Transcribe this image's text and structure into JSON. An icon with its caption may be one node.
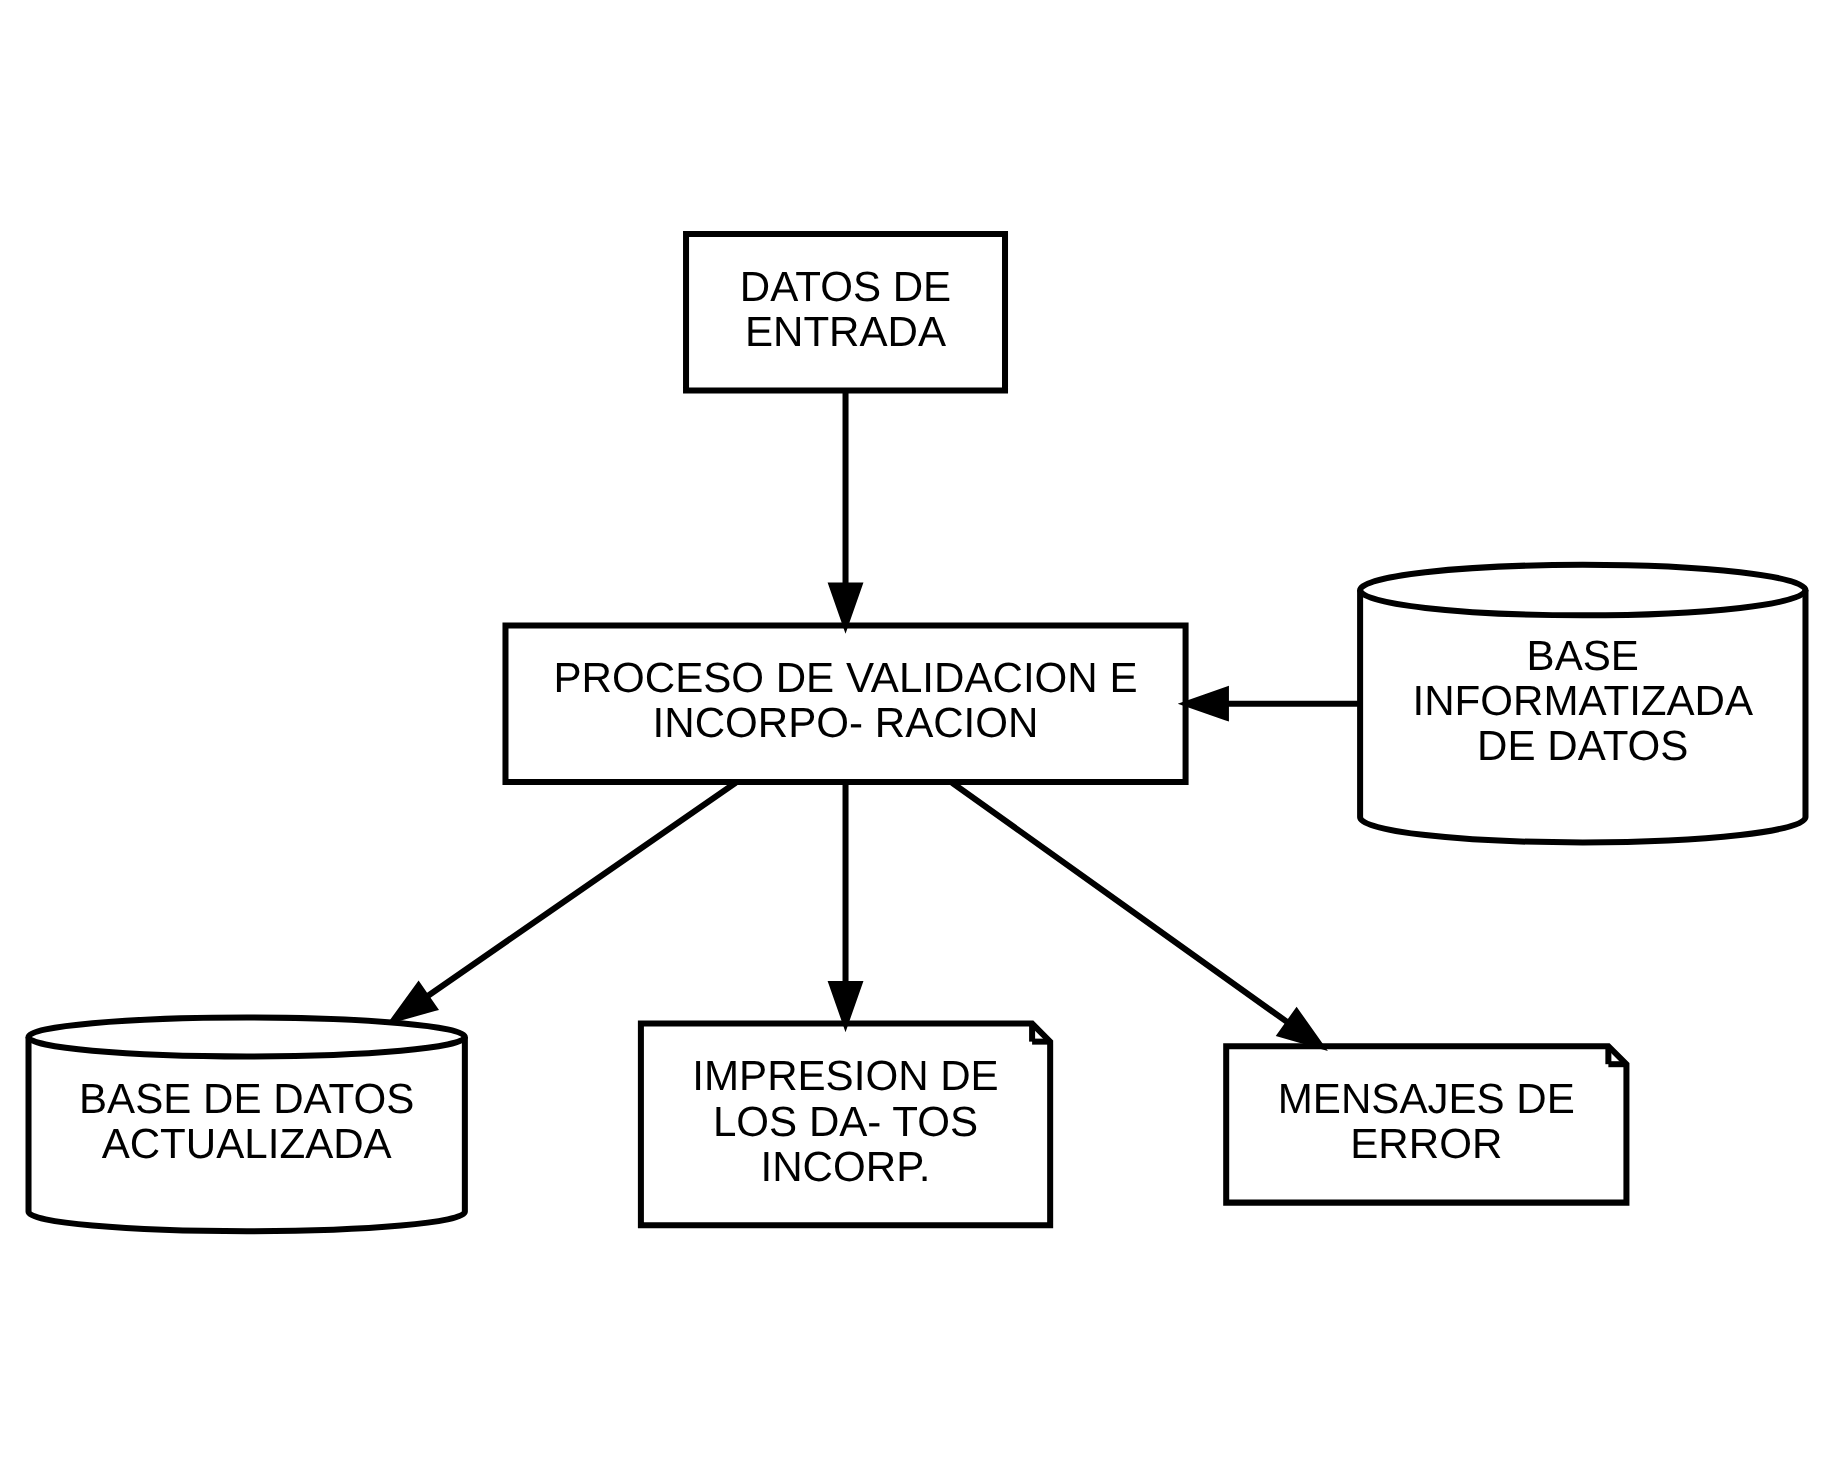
{
  "diagram": {
    "nodes": [
      {
        "text": [
          "DATOS DE ENTRADA"
        ]
      },
      {
        "text": [
          "PROCESO DE VALIDACION E INCORPO- RACION"
        ]
      },
      {
        "text": [
          "BASE INFORMATIZADA DE DATOS"
        ]
      },
      {
        "text": [
          "BASE DE DATOS ACTUALIZADA"
        ]
      },
      {
        "text": [
          "IMPRESION DE LOS DA- TOS INCORP."
        ]
      },
      {
        "text": [
          "MENSAJES DE ERROR"
        ]
      }
    ],
    "edges": [
      {
        "from": 0,
        "to": 1,
        "arrow": "to"
      },
      {
        "from": 2,
        "to": 1,
        "arrow": "to"
      },
      {
        "from": 1,
        "to": 3,
        "arrow": "to"
      },
      {
        "from": 1,
        "to": 4,
        "arrow": "to"
      },
      {
        "from": 1,
        "to": 5,
        "arrow": "to"
      }
    ]
  }
}
